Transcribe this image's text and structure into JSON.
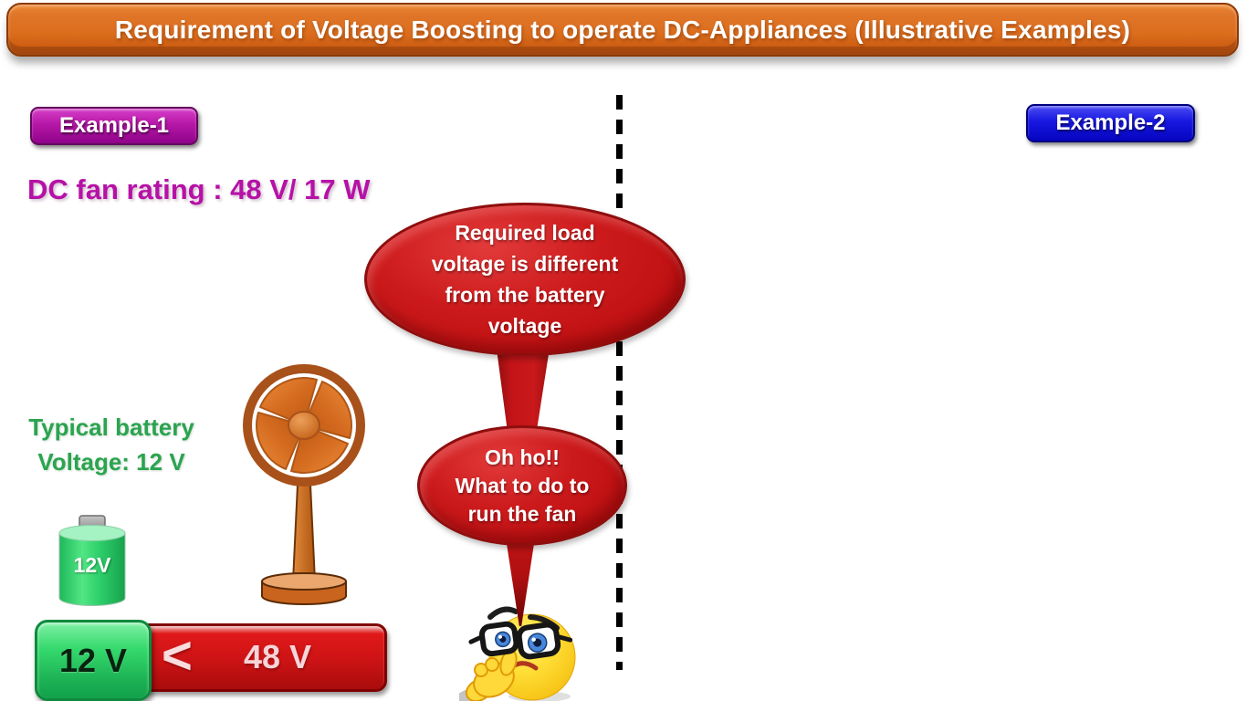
{
  "title_bar": {
    "text": "Requirement of Voltage Boosting to operate DC-Appliances (Illustrative Examples)"
  },
  "badges": {
    "example1": "Example-1",
    "example2": "Example-2"
  },
  "example1_section": {
    "fan_rating": "DC fan rating : 48 V/ 17 W",
    "battery_caption": "Typical battery\nVoltage: 12 V",
    "battery_label": "12V",
    "comparison": {
      "left_value": "12 V",
      "operator": "<",
      "right_value": "48 V"
    }
  },
  "speech": {
    "large_bubble": "Required load\nvoltage is different\nfrom the battery\nvoltage",
    "small_bubble": "Oh ho!!\nWhat to do to\nrun the fan"
  },
  "icons": {
    "fan": "desk-fan-icon",
    "battery": "battery-icon",
    "emoji": "thinking-face-with-glasses-icon",
    "divider": "dashed-separator"
  },
  "colors": {
    "title_orange": "#dc6e1e",
    "example1_magenta": "#b517a6",
    "example2_blue": "#1717e0",
    "rating_magenta": "#b611a6",
    "caption_green": "#2ba44f",
    "bubble_red": "#c41418",
    "bar_red": "#cc1315",
    "bar_green": "#1db355",
    "battery_green": "#2ed06c"
  }
}
